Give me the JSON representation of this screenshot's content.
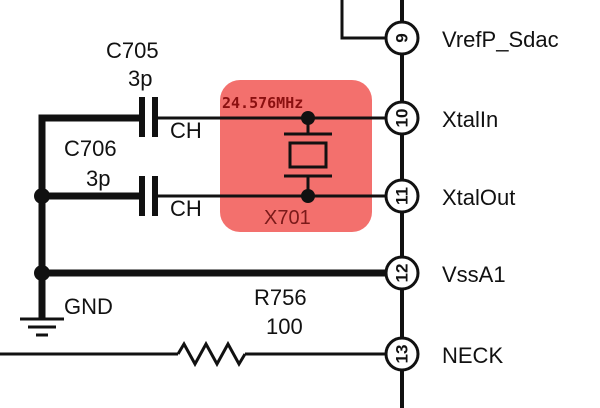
{
  "schematic": {
    "capacitors": [
      {
        "ref": "C705",
        "value": "3p",
        "type": "CH"
      },
      {
        "ref": "C706",
        "value": "3p",
        "type": "CH"
      }
    ],
    "crystal": {
      "ref": "X701",
      "frequency": "24.576MHz",
      "highlight_color": "#f26461"
    },
    "resistor": {
      "ref": "R756",
      "value": "100"
    },
    "ground_label": "GND",
    "pins": [
      {
        "number": "9",
        "name": "VrefP_Sdac"
      },
      {
        "number": "10",
        "name": "XtalIn"
      },
      {
        "number": "11",
        "name": "XtalOut"
      },
      {
        "number": "12",
        "name": "VssA1"
      },
      {
        "number": "13",
        "name": "NECK"
      }
    ]
  }
}
